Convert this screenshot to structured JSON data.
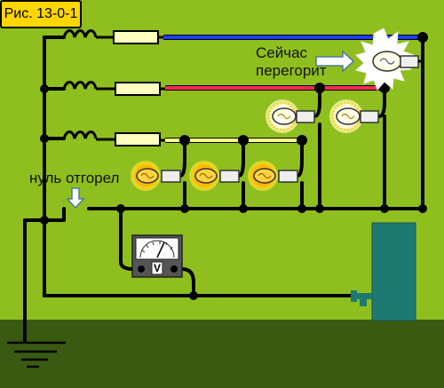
{
  "figure_label": "Рис. 13-0-1",
  "annotations": {
    "now_line1": "Сейчас",
    "now_line2": "перегорит",
    "neutral_burnt": "нуль отгорел"
  },
  "voltmeter": {
    "label": "V"
  },
  "colors": {
    "background": "#8fbf1e",
    "ground": "#3a5a12",
    "wire": "#000000",
    "phase_a": "#1a3fff",
    "phase_b": "#ff2a55",
    "phase_c": "#fff78a",
    "fuse": "#ffffc0",
    "cabinet": "#1e7a70",
    "figure_label_bg": "#ffd600",
    "lamp_glow": "#ffe030"
  },
  "icons": [
    "inductor-icon",
    "fuse-icon",
    "lamp-icon",
    "burning-lamp-icon",
    "arrow-right-icon",
    "arrow-down-icon",
    "voltmeter-icon",
    "ground-icon",
    "cabinet-icon"
  ]
}
